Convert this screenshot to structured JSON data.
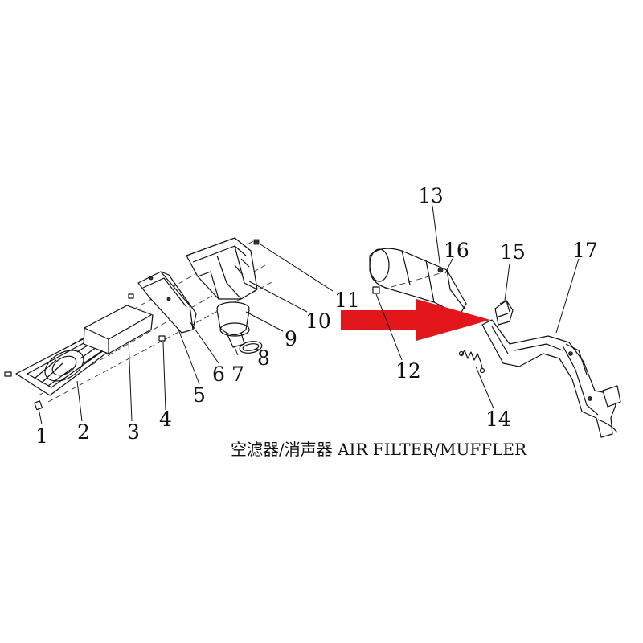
{
  "caption": "空滤器/消声器 AIR FILTER/MUFFLER",
  "callouts": {
    "c1": "1",
    "c2": "2",
    "c3": "3",
    "c4": "4",
    "c5": "5",
    "c6": "6",
    "c7": "7",
    "c8": "8",
    "c9": "9",
    "c10": "10",
    "c11": "11",
    "c12": "12",
    "c13": "13",
    "c14": "14",
    "c15": "15",
    "c16": "16",
    "c17": "17"
  },
  "colors": {
    "arrow": "#e3161b",
    "line": "#111111",
    "background": "#ffffff"
  },
  "highlight": {
    "type": "arrow",
    "points_to": "15"
  }
}
